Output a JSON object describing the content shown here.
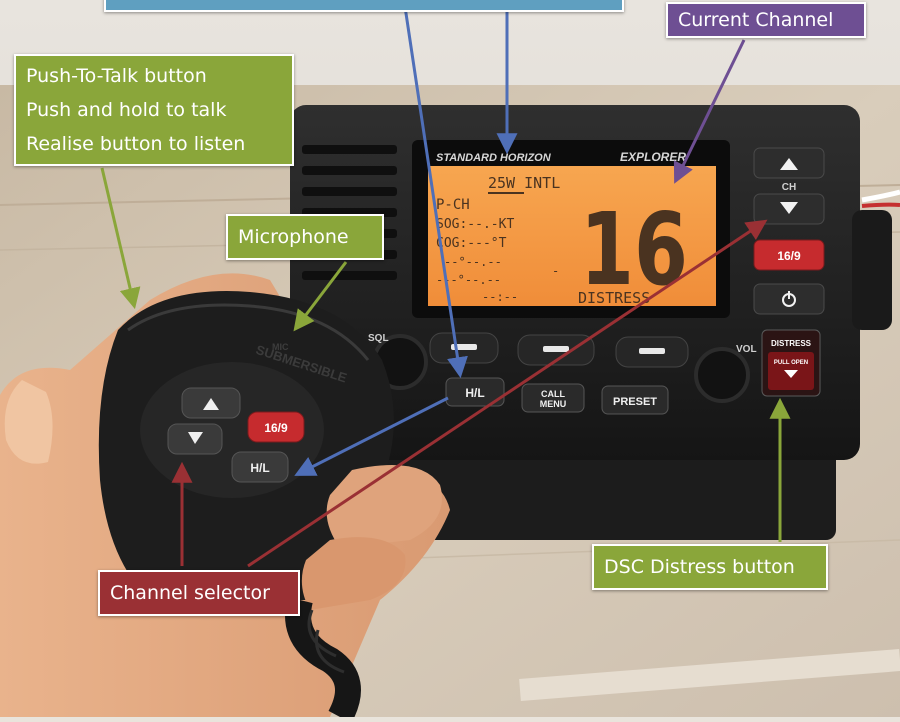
{
  "radio": {
    "brand": "STANDARD HORIZON",
    "model": "EXPLORER",
    "display": {
      "power_mode": "25W INTL",
      "priority": "P-CH",
      "sog": "SOG:--.-KT",
      "cog": "COG:---°T",
      "lat": "--°--.--",
      "lon": "---°--.--",
      "time": "--:--",
      "dash": "-",
      "channel": "16",
      "status": "DISTRESS"
    },
    "buttons": {
      "ch_label": "CH",
      "dual_watch": "16/9",
      "hl": "H/L",
      "call_menu_1": "CALL",
      "call_menu_2": "MENU",
      "preset": "PRESET",
      "sql": "SQL",
      "vol": "VOL",
      "distress": "DISTRESS",
      "pull_open": "PULL OPEN"
    }
  },
  "mic": {
    "mic_label": "MIC",
    "body_text": "SUBMERSIBLE",
    "dual_watch": "16/9",
    "hl": "H/L"
  },
  "callouts": {
    "ptt": [
      "Push-To-Talk button",
      "Push and hold to talk",
      "Realise button to listen"
    ],
    "current_channel": "Current Channel",
    "microphone": "Microphone",
    "channel_selector": "Channel selector",
    "dsc_distress": "DSC Distress button"
  },
  "colors": {
    "callout_green": "#8aa63a",
    "callout_purple": "#6e4f93",
    "callout_red": "#9a3034",
    "callout_blue": "#5f9fc0",
    "lcd": "#f59a43"
  }
}
